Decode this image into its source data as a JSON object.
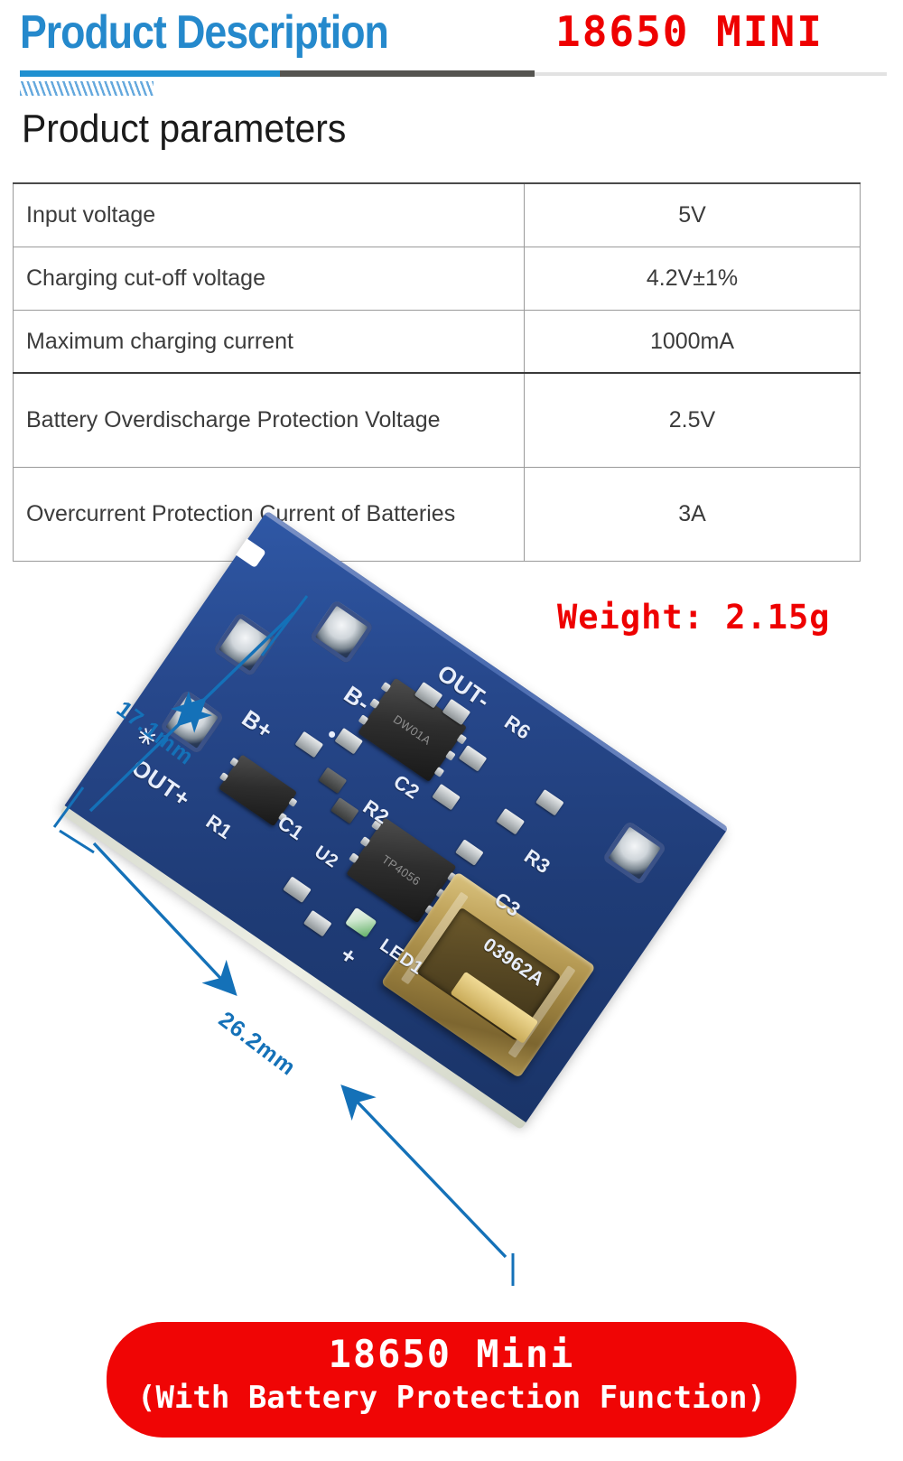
{
  "header": {
    "title": "Product Description",
    "subtitle": "18650 MINI",
    "accent_blue": "#2589cc",
    "accent_red": "#ee0000",
    "rule_dark": "#555450",
    "rule_light": "#e2e2e2"
  },
  "section": {
    "title": "Product parameters"
  },
  "spec_table": {
    "rows": [
      {
        "label": "Input voltage",
        "value": "5V"
      },
      {
        "label": "Charging cut-off voltage",
        "value": "4.2V±1%"
      },
      {
        "label": "Maximum charging current",
        "value": "1000mA"
      },
      {
        "label": "Battery Overdischarge Protection Voltage",
        "value": "2.5V"
      },
      {
        "label": "Overcurrent Protection Current of Batteries",
        "value": "3A"
      }
    ]
  },
  "photo": {
    "weight_text": "Weight: 2.15g",
    "dimension_length": "26.2mm",
    "dimension_width": "17.1mm",
    "board_color": "#27488c",
    "silkscreen": {
      "b_plus": "B+",
      "b_minus": "B-",
      "out_plus": "OUT+",
      "out_minus": "OUT-",
      "r6": "R6",
      "r3": "R3",
      "c3": "C3",
      "r2": "R2",
      "c2": "C2",
      "r1": "R1",
      "c1": "C1",
      "u2": "U2",
      "led1": "LED1",
      "plus_minus": "+",
      "board_code": "03962A",
      "star": "✳"
    },
    "ic_u1_mark": "DW01A",
    "ic_u3_mark": "TP4056"
  },
  "banner": {
    "line1": "18650 Mini",
    "line2": "(With Battery Protection Function)",
    "bg_color": "#f00505"
  }
}
